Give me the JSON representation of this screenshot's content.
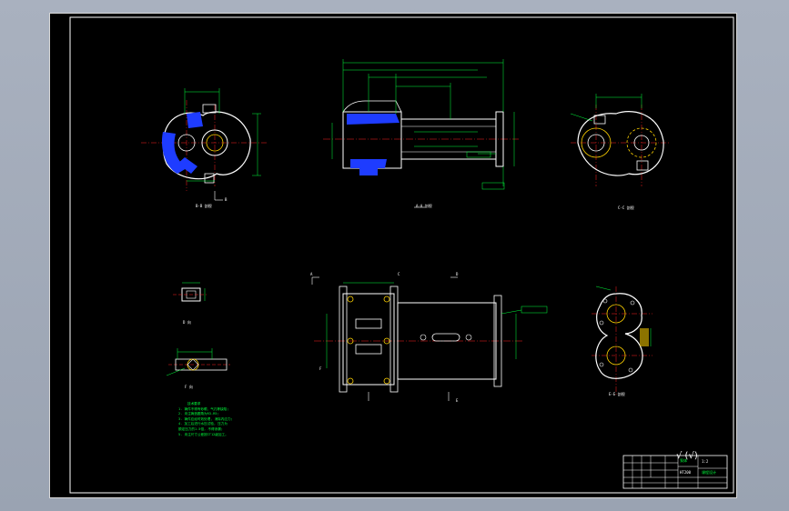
{
  "views": {
    "left_section": "B-B 剖视",
    "main_view": "A-A 剖视",
    "right_view": "C-C 剖视",
    "detail_d": "D 向",
    "detail_f": "F 向",
    "bottom_right": "E-E 剖视"
  },
  "section_marks": [
    "B",
    "A",
    "C",
    "D",
    "E",
    "F"
  ],
  "technical_requirements": {
    "title": "技术要求",
    "lines": [
      "1. 铸件不得有砂眼、气孔等缺陷;",
      "2. 未注铸造圆角为R3-R5;",
      "3. 铸件应经时效处理, 消除内应力;",
      "4. 加工后进行水压试验, 压力为",
      "   额定压力的1.5倍, 不得渗漏;",
      "5. 未注尺寸公差按IT12级加工。"
    ]
  },
  "roughness_symbol": "√ (√)",
  "title_block": {
    "part_name": "泵体",
    "material": "HT200",
    "scale": "1:2",
    "school": "课程设计"
  },
  "colors": {
    "background": "#000000",
    "outline": "#ffffff",
    "dimension": "#00ff3c",
    "center_line": "#ff2020",
    "hatch": "#1e3cff",
    "accent": "#ffd200"
  }
}
